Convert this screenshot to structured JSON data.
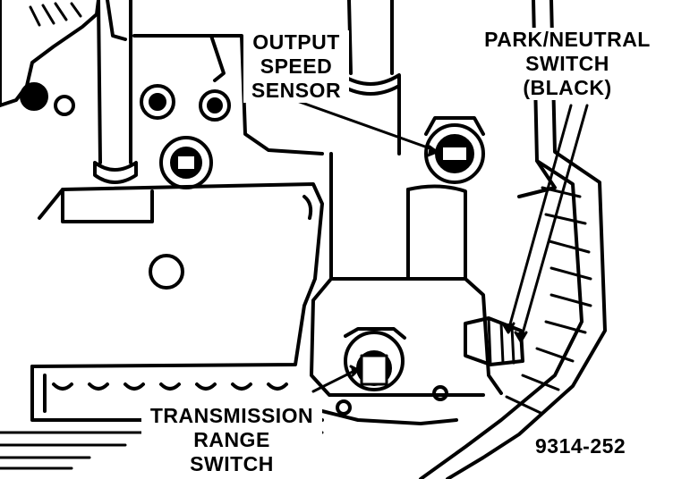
{
  "labels": {
    "output_speed_sensor": [
      "OUTPUT",
      "SPEED",
      "SENSOR"
    ],
    "park_neutral_switch": [
      "PARK/NEUTRAL",
      "SWITCH",
      "(BLACK)"
    ],
    "transmission_range_switch": [
      "TRANSMISSION",
      "RANGE",
      "SWITCH"
    ]
  },
  "figure_number": "9314-252",
  "colors": {
    "ink": "#000000",
    "paper": "#ffffff"
  }
}
